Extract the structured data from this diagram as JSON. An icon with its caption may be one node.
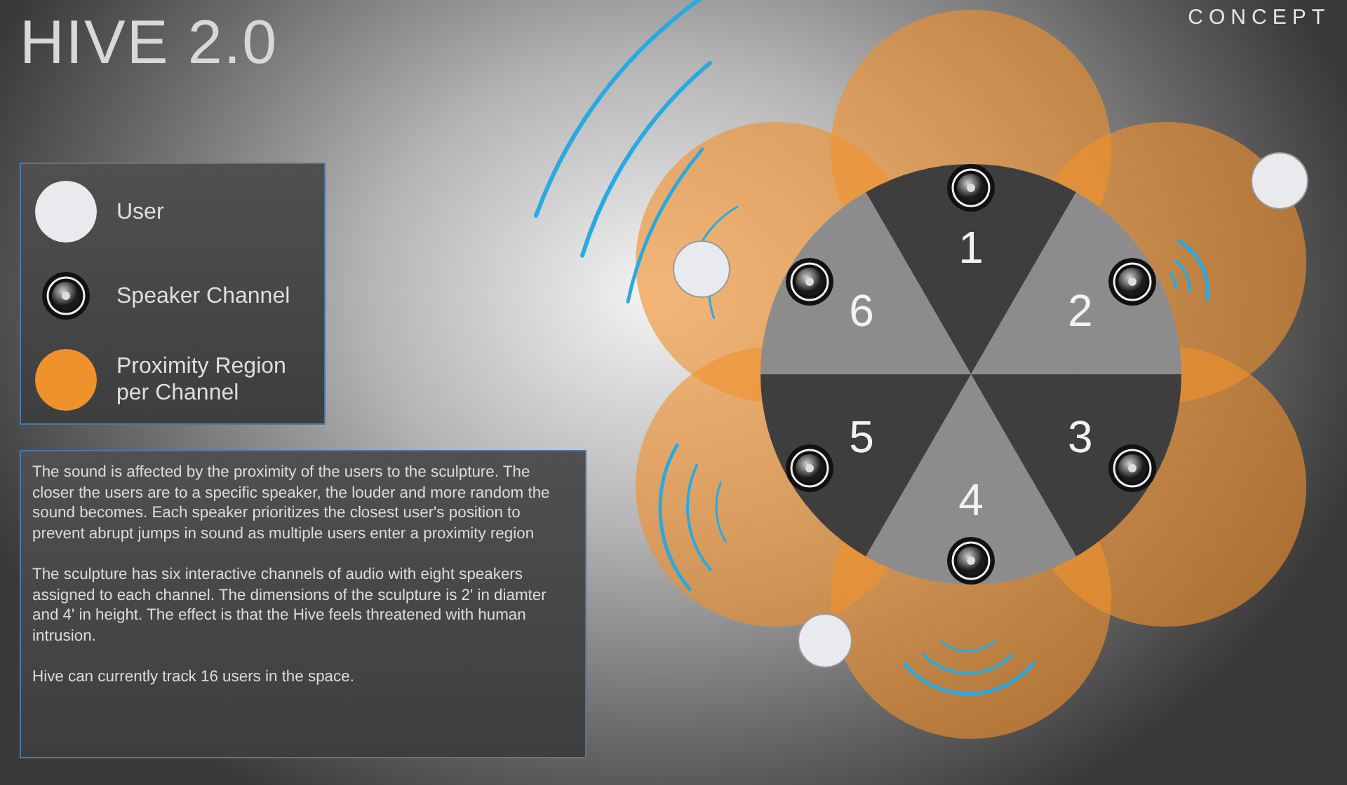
{
  "diagram": {
    "title": "HIVE 2.0",
    "nodes": [
      {
        "text": [
          "1"
        ]
      },
      {
        "text": [
          "2"
        ]
      },
      {
        "text": [
          "3"
        ]
      },
      {
        "text": [
          "4"
        ]
      },
      {
        "text": [
          "5"
        ]
      },
      {
        "text": [
          "6"
        ]
      }
    ],
    "labels": [
      "CONCEPT",
      "The sound is affected by the proximity of the users to the sculpture. The closer the users are to a specific speaker, the louder and more random the sound becomes. Each speaker prioritizes the closest user's position to prevent abrupt jumps in sound as multiple users enter a proximity region",
      "The sculpture has six interactive channels of audio with eight speakers assigned to each channel. The dimensions of the sculpture is  2' in diamter and 4' in height. The effect is that the Hive feels threatened with human intrusion.",
      "Hive can currently track 16 users in the space."
    ],
    "legend": [
      {
        "text": "User",
        "color": "#e8eaee"
      },
      {
        "text": "Speaker Channel"
      },
      {
        "text": "Proximity Region per Channel",
        "color": "#f0922b"
      }
    ]
  }
}
